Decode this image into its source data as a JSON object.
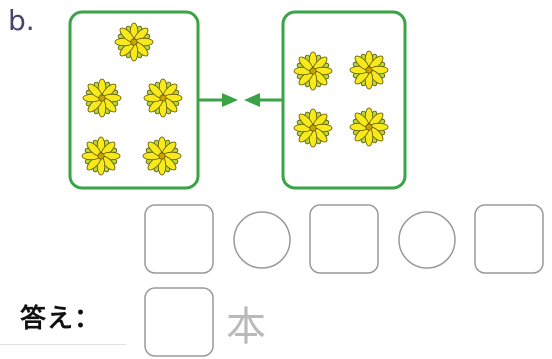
{
  "problem": {
    "label": "b.",
    "left_group": {
      "flower_count": 5
    },
    "right_group": {
      "flower_count": 4
    },
    "arrow_icon": "arrows-pointing-together"
  },
  "equation": {
    "slots": [
      "box",
      "circle",
      "box",
      "circle",
      "box"
    ]
  },
  "answer": {
    "label": "答え：",
    "unit": "本"
  },
  "colors": {
    "group_border": "#3aa345",
    "arrow": "#3aa345",
    "petal_yellow": "#f7e91c",
    "petal_green": "#b5d83b",
    "answer_box_border": "#9a9a9a",
    "unit_text": "#b9b9b9"
  }
}
